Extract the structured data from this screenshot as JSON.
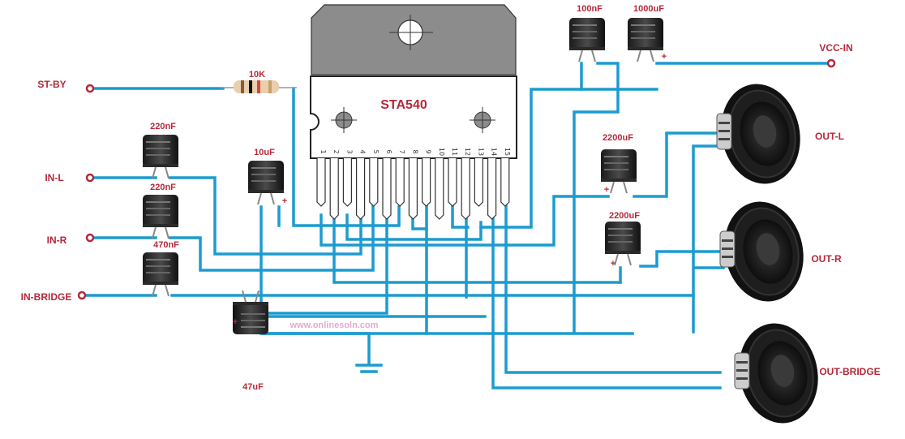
{
  "title": "STA540 amplifier wiring diagram",
  "ic": {
    "name": "STA540",
    "pins": [
      "1",
      "2",
      "3",
      "4",
      "5",
      "6",
      "7",
      "8",
      "9",
      "10",
      "11",
      "12",
      "13",
      "14",
      "15"
    ]
  },
  "inputs": [
    {
      "id": "st-by",
      "label": "ST-BY"
    },
    {
      "id": "in-l",
      "label": "IN-L"
    },
    {
      "id": "in-r",
      "label": "IN-R"
    },
    {
      "id": "in-bridge",
      "label": "IN-BRIDGE"
    },
    {
      "id": "vcc-in",
      "label": "VCC-IN"
    }
  ],
  "components": {
    "resistor": {
      "label": "10K"
    },
    "cap_in_l": {
      "label": "220nF"
    },
    "cap_in_r": {
      "label": "220nF"
    },
    "cap_in_bridge": {
      "label": "470nF"
    },
    "cap_10u": {
      "label": "10uF",
      "polarity": "+"
    },
    "cap_47u": {
      "label": "47uF",
      "polarity": "+"
    },
    "cap_100n": {
      "label": "100nF"
    },
    "cap_1000u": {
      "label": "1000uF",
      "polarity": "+"
    },
    "cap_out_l": {
      "label": "2200uF",
      "polarity": "+"
    },
    "cap_out_r": {
      "label": "2200uF",
      "polarity": "+"
    }
  },
  "outputs": [
    {
      "id": "out-l",
      "label": "OUT-L"
    },
    {
      "id": "out-r",
      "label": "OUT-R"
    },
    {
      "id": "out-bridge",
      "label": "OUT-BRIDGE"
    }
  ],
  "watermark": "www.onlinesoln.com",
  "colors": {
    "wire": "#1c9bcf",
    "label": "#b5283a",
    "ic_body": "#8c8c8c",
    "watermark": "#e6a8d0"
  }
}
